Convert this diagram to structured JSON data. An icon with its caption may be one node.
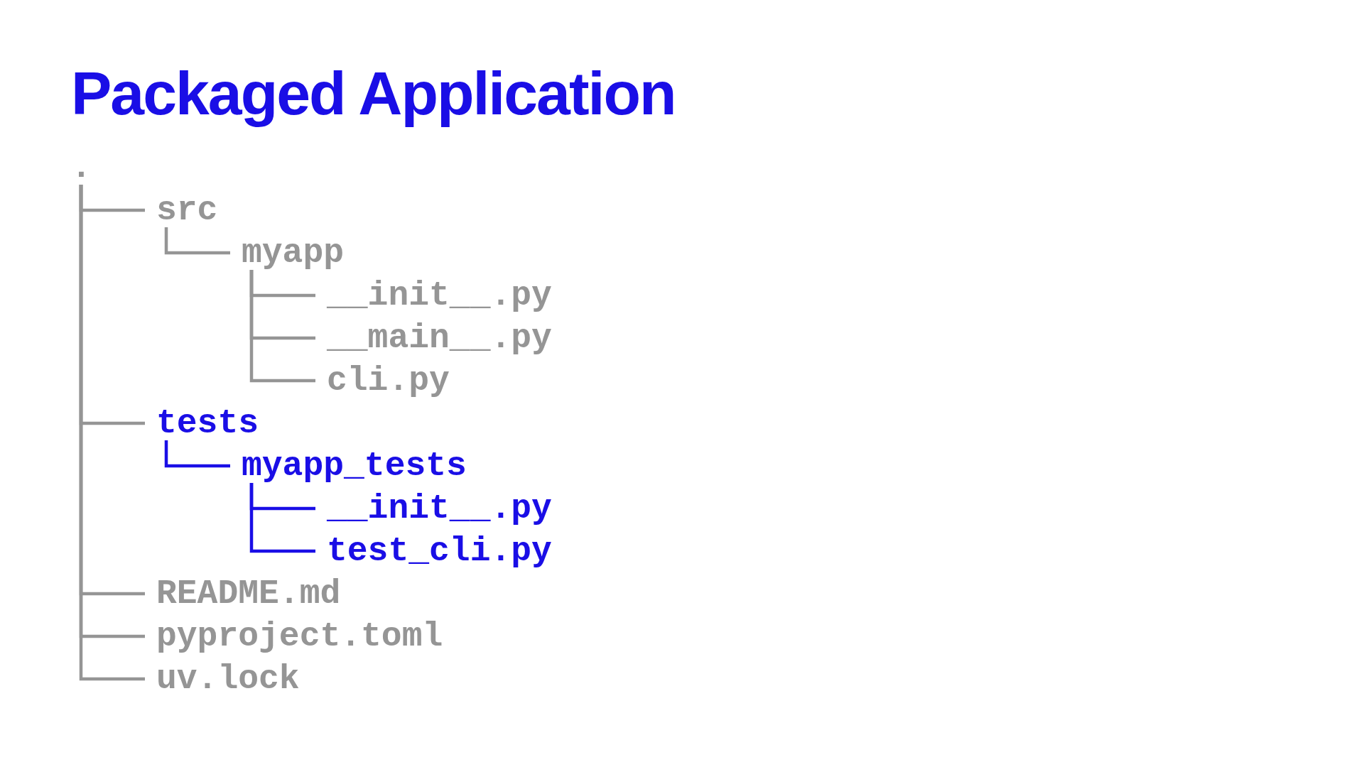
{
  "diagram": {
    "title": "Packaged Application",
    "nodes": [
      {
        "text": [
          "."
        ]
      },
      {
        "text": [
          "src"
        ]
      },
      {
        "text": [
          "myapp"
        ]
      },
      {
        "text": [
          "__init__.py"
        ]
      },
      {
        "text": [
          "__main__.py"
        ]
      },
      {
        "text": [
          "cli.py"
        ]
      },
      {
        "text": [
          "tests"
        ]
      },
      {
        "text": [
          "myapp_tests"
        ]
      },
      {
        "text": [
          "__init__.py"
        ]
      },
      {
        "text": [
          "test_cli.py"
        ]
      },
      {
        "text": [
          "README.md"
        ]
      },
      {
        "text": [
          "pyproject.toml"
        ]
      },
      {
        "text": [
          "uv.lock"
        ]
      }
    ],
    "edges": [
      {
        "from": 0,
        "to": 1,
        "arrow": "none"
      },
      {
        "from": 1,
        "to": 2,
        "arrow": "none"
      },
      {
        "from": 2,
        "to": 3,
        "arrow": "none"
      },
      {
        "from": 2,
        "to": 4,
        "arrow": "none"
      },
      {
        "from": 2,
        "to": 5,
        "arrow": "none"
      },
      {
        "from": 0,
        "to": 6,
        "arrow": "none"
      },
      {
        "from": 6,
        "to": 7,
        "arrow": "none",
        "color": "#1a0ee6"
      },
      {
        "from": 7,
        "to": 8,
        "arrow": "none",
        "color": "#1a0ee6"
      },
      {
        "from": 7,
        "to": 9,
        "arrow": "none",
        "color": "#1a0ee6"
      },
      {
        "from": 0,
        "to": 10,
        "arrow": "none"
      },
      {
        "from": 0,
        "to": 11,
        "arrow": "none"
      },
      {
        "from": 0,
        "to": 12,
        "arrow": "none"
      }
    ]
  }
}
